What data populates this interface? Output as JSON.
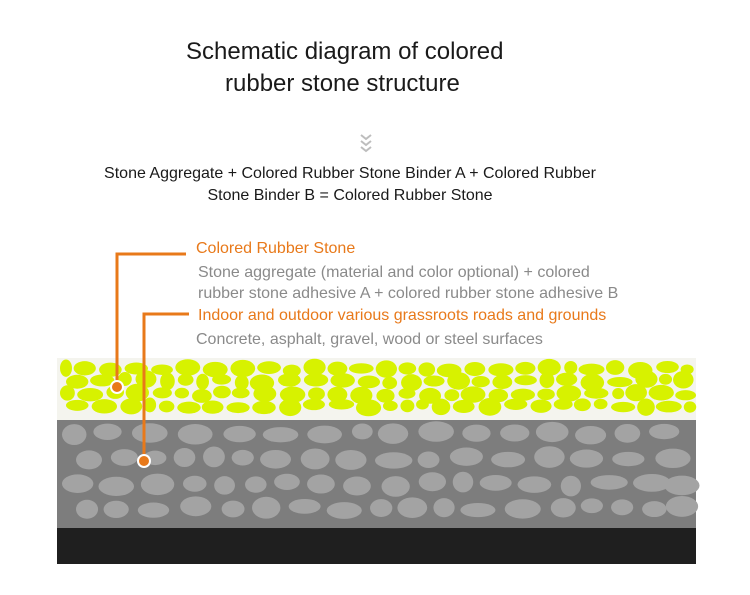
{
  "title": {
    "line1": "Schematic diagram of colored",
    "line2": "rubber stone structure"
  },
  "formula": {
    "line1": "Stone Aggregate + Colored Rubber Stone Binder A + Colored Rubber",
    "line2": "Stone Binder B = Colored Rubber Stone"
  },
  "layers": [
    {
      "name": "Colored Rubber Stone",
      "description_line1": "Stone aggregate (material and color optional) + colored",
      "description_line2": "rubber stone adhesive A + colored rubber stone adhesive B"
    },
    {
      "name": "Indoor and outdoor various grassroots roads and grounds",
      "description": "Concrete, asphalt, gravel, wood or steel surfaces"
    }
  ],
  "colors": {
    "accent": "#e8791a",
    "stone_yellow": "#d7f200",
    "base_gray": "#7d7d7d",
    "base_stone": "#a3a3a3",
    "bottom": "#1f1f1f"
  },
  "icons": [
    "chevron-down-double-icon"
  ]
}
